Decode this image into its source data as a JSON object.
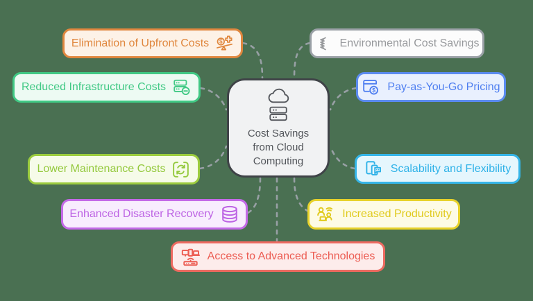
{
  "background_color": "#4a7052",
  "connector_color": "#98a0a5",
  "center": {
    "title_lines": [
      "Cost Savings",
      "from Cloud",
      "Computing"
    ],
    "bg": "#f1f2f3",
    "border": "#3f4347",
    "text": "#54575c",
    "icons": [
      "cloud-icon",
      "server-icon"
    ]
  },
  "nodes": [
    {
      "id": "elimination-of-upfront-costs",
      "label": "Elimination of Upfront Costs",
      "icon": "scale-dollar-plus-icon",
      "icon_side": "right",
      "border": "#e0873e",
      "bg": "#fdf2e7",
      "text": "#e0873e"
    },
    {
      "id": "environmental-cost-savings",
      "label": "Environmental Cost Savings",
      "icon": "cfl-bulb-icon",
      "icon_side": "left",
      "border": "#9aa0a6",
      "bg": "#fcfcfc",
      "text": "#97999c"
    },
    {
      "id": "reduced-infrastructure-costs",
      "label": "Reduced Infrastructure Costs",
      "icon": "server-minus-icon",
      "icon_side": "right",
      "border": "#41c985",
      "bg": "#edfaf3",
      "text": "#41c985"
    },
    {
      "id": "pay-as-you-go-pricing",
      "label": "Pay-as-You-Go Pricing",
      "icon": "browser-dollar-icon",
      "icon_side": "left",
      "border": "#5b8bf0",
      "bg": "#e9f0fe",
      "text": "#4e7ef0"
    },
    {
      "id": "lower-maintenance-costs",
      "label": "Lower Maintenance Costs",
      "icon": "refresh-wrench-icon",
      "icon_side": "right",
      "border": "#9ccc3e",
      "bg": "#f6fbe9",
      "text": "#94c93d"
    },
    {
      "id": "scalability-and-flexibility",
      "label": "Scalability and Flexibility",
      "icon": "devices-chat-icon",
      "icon_side": "left",
      "border": "#35b5e8",
      "bg": "#e5f6fd",
      "text": "#2fb2e8"
    },
    {
      "id": "enhanced-disaster-recovery",
      "label": "Enhanced Disaster Recovery",
      "icon": "database-icon",
      "icon_side": "right",
      "border": "#c46ae8",
      "bg": "#f8edfe",
      "text": "#bd63e4"
    },
    {
      "id": "increased-productivity",
      "label": "Increased Productivity",
      "icon": "people-wifi-icon",
      "icon_side": "left",
      "border": "#e8d22a",
      "bg": "#fdfbe5",
      "text": "#e0ca1c"
    },
    {
      "id": "access-to-advanced-technologies",
      "label": "Access to Advanced Technologies",
      "icon": "devices-network-icon",
      "icon_side": "left",
      "border": "#ed6a60",
      "bg": "#fdeceb",
      "text": "#ec5c52"
    }
  ]
}
